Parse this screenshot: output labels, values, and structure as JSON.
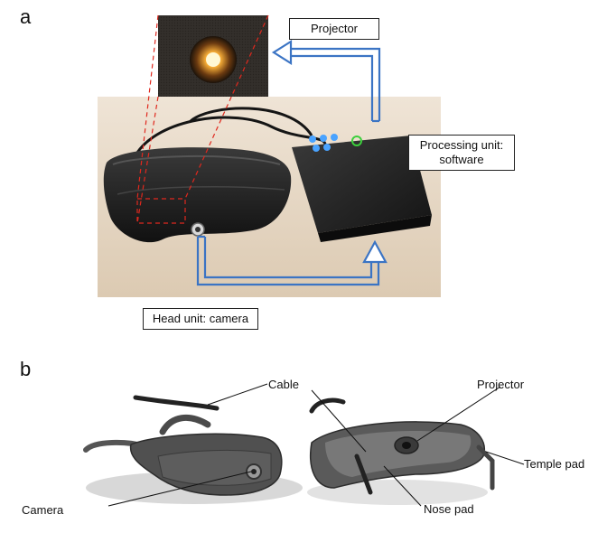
{
  "panel_a": {
    "letter": "a",
    "labels": {
      "projector": "Projector",
      "processing_line1": "Processing unit:",
      "processing_line2": "software",
      "head_unit": "Head unit: camera"
    }
  },
  "panel_b": {
    "letter": "b",
    "labels": {
      "cable": "Cable",
      "projector": "Projector",
      "temple_pad": "Temple pad",
      "camera": "Camera",
      "nose_pad": "Nose pad"
    }
  },
  "colors": {
    "arrow_blue": "#3b74c4",
    "zoom_red": "#e0281e",
    "photo_bg": "#e9dccb",
    "device_dark": "#262626"
  }
}
